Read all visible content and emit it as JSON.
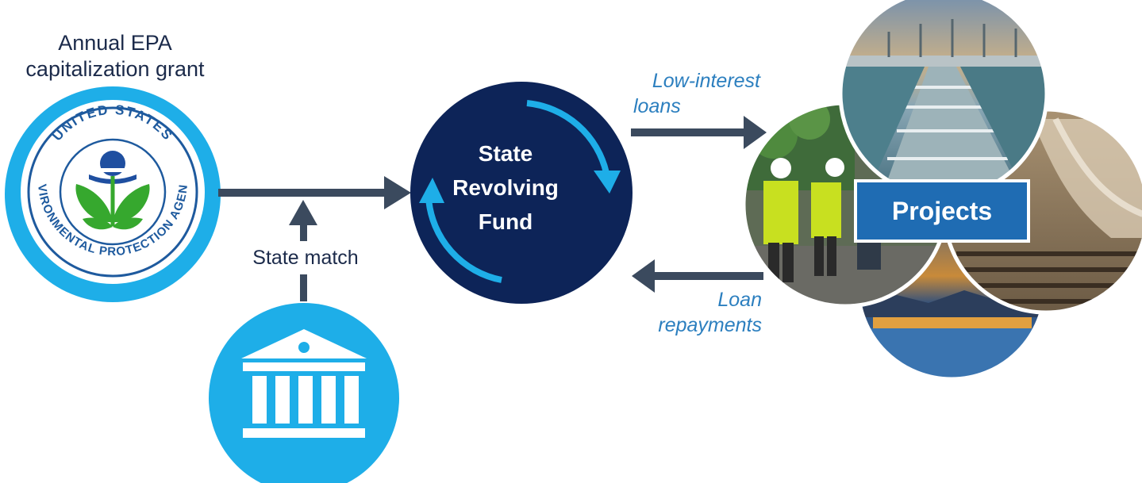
{
  "grant": {
    "line1": "Annual EPA",
    "line2": "capitalization grant",
    "seal_text_top": "UNITED STATES",
    "seal_text_bottom": "ENVIRONMENTAL PROTECTION AGENCY"
  },
  "state_match": {
    "label": "State match",
    "icon": "bank-building-icon"
  },
  "fund": {
    "line1": "State",
    "line2": "Revolving",
    "line3": "Fund"
  },
  "loans": {
    "line1": "Low-interest",
    "line2": "loans"
  },
  "repayments": {
    "line1": "Loan",
    "line2": "repayments"
  },
  "projects": {
    "label": "Projects"
  },
  "colors": {
    "dark_navy": "#0d2458",
    "light_blue": "#1eaee8",
    "arrow_gray": "#3b4a5e",
    "badge_blue": "#1f6cb3",
    "label_blue": "#2c7fbf"
  }
}
